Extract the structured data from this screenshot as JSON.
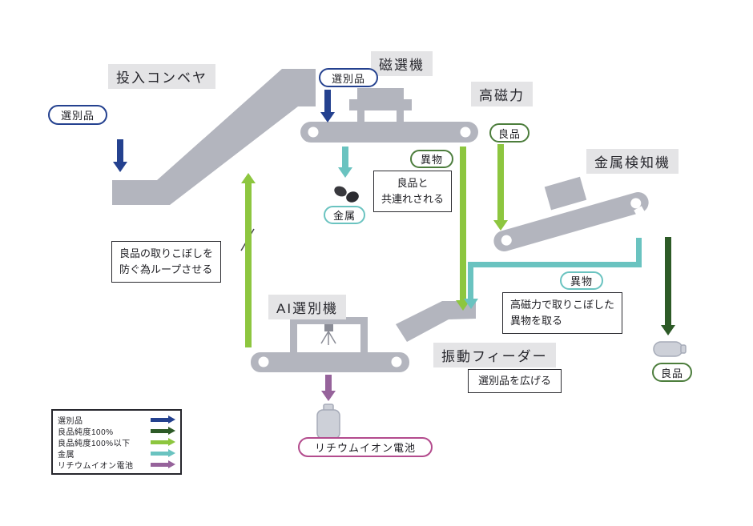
{
  "machines": {
    "input_conveyor": "投入コンベヤ",
    "magnetic_separator": "磁選機",
    "high_magnetic_force": "高磁力",
    "metal_detector": "金属検知機",
    "ai_sorter": "AI選別機",
    "vibration_feeder": "振動フィーダー"
  },
  "bubbles": {
    "sorted_input_left": "選別品",
    "sorted_input_top": "選別品",
    "good_after_magnet": "良品",
    "foreign_after_magnet": "異物",
    "metal": "金属",
    "foreign_after_detector": "異物",
    "good_final": "良品",
    "lithium_battery": "リチウムイオン電池"
  },
  "notes": {
    "carried_with_good": {
      "line1": "良品と",
      "line2": "共連れされる"
    },
    "loop": {
      "line1": "良品の取りこぼしを",
      "line2": "防ぐ為ループさせる"
    },
    "remove_missed": {
      "line1": "高磁力で取りこぼした",
      "line2": "異物を取る"
    },
    "spread": {
      "line1": "選別品を広げる"
    }
  },
  "legend": {
    "items": [
      {
        "label": "選別品",
        "color": "#24418f"
      },
      {
        "label": "良品純度100%",
        "color": "#2d5a27"
      },
      {
        "label": "良品純度100%以下",
        "color": "#8dc63f"
      },
      {
        "label": "金属",
        "color": "#6ac3c0"
      },
      {
        "label": "リチウムイオン電池",
        "color": "#96639b"
      }
    ]
  },
  "colors": {
    "machine_gray": "#b3b5be",
    "label_background": "#e4e4e6",
    "sorted_blue": "#24418f",
    "good_green_dark": "#2d5a27",
    "good_green_light": "#8dc63f",
    "metal_teal": "#6ac3c0",
    "battery_purple": "#96639b",
    "battery_oval_pink": "#b34b8d",
    "good_oval_green": "#4c7d3c"
  }
}
